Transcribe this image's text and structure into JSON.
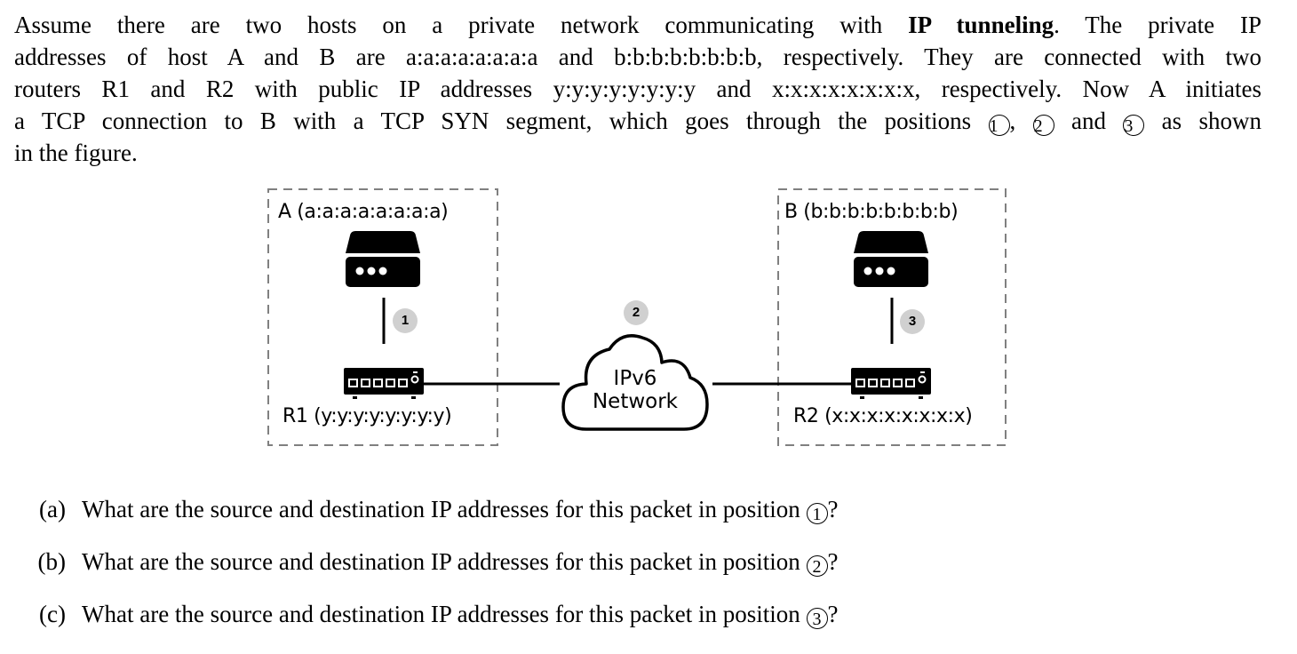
{
  "intro": {
    "lines": [
      {
        "before": "Assume there are two hosts on a private network communicating with ",
        "bold": "IP tunneling",
        "after": ". The private IP"
      },
      {
        "text": "addresses of host A and B are a:a:a:a:a:a:a:a and b:b:b:b:b:b:b:b, respectively. They are connected with two"
      },
      {
        "text": "routers R1 and R2 with public IP addresses y:y:y:y:y:y:y:y and x:x:x:x:x:x:x:x, respectively. Now A initiates"
      },
      {
        "before": "a TCP connection to B with a TCP SYN segment, which goes through the positions ",
        "m1": "1",
        "sep1": ", ",
        "m2": "2",
        "sep2": " and ",
        "m3": "3",
        "after": " as shown"
      },
      {
        "text": "in the figure."
      }
    ]
  },
  "figure": {
    "host_a_label": "A (a:a:a:a:a:a:a:a)",
    "host_b_label": "B (b:b:b:b:b:b:b:b)",
    "router_1_label": "R1 (y:y:y:y:y:y:y:y)",
    "router_2_label": "R2 (x:x:x:x:x:x:x:x)",
    "cloud_line1": "IPv6",
    "cloud_line2": "Network",
    "positions": [
      "1",
      "2",
      "3"
    ],
    "badge_color": "#d0d0d0",
    "box_border_color": "#808080"
  },
  "questions": [
    {
      "label": "(a)",
      "text": "What are the source and destination IP addresses for this packet in position",
      "marker": "1",
      "end": "?"
    },
    {
      "label": "(b)",
      "text": "What are the source and destination IP addresses for this packet in position",
      "marker": "2",
      "end": "?"
    },
    {
      "label": "(c)",
      "text": "What are the source and destination IP addresses for this packet in position",
      "marker": "3",
      "end": "?"
    }
  ]
}
